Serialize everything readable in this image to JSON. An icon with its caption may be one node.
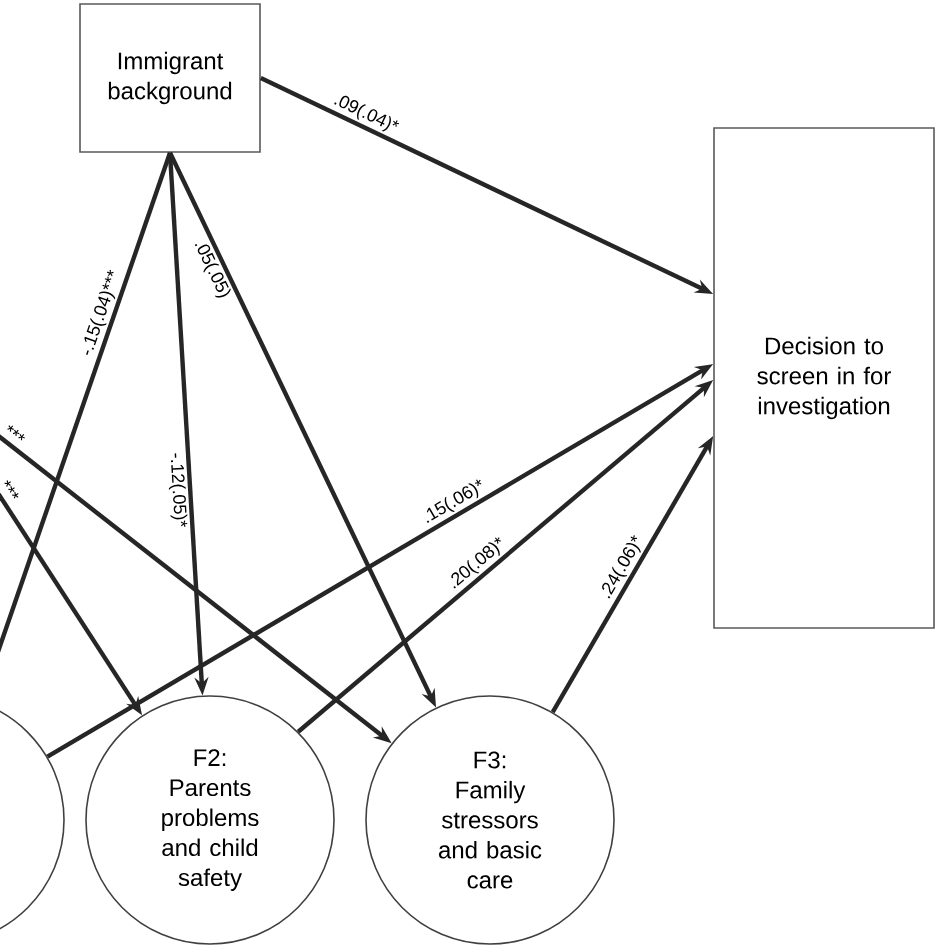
{
  "diagram": {
    "nodes": [
      {
        "text": [
          "Immigrant background"
        ]
      },
      {
        "text": [],
        "shape": "circle"
      },
      {
        "text": [
          "F2:",
          "Parents problems and child safety"
        ]
      },
      {
        "text": [
          "F3:",
          "Family stressors and basic care"
        ]
      },
      {
        "text": [
          "Decision to screen in for investigation"
        ]
      }
    ],
    "edges": [
      {
        "from": 0,
        "to": 4,
        "arrow": "to",
        "label": ".09(.04)*"
      },
      {
        "from": 0,
        "to": 1,
        "arrow": "none",
        "label": "-.15(.04)***"
      },
      {
        "from": 0,
        "to": 2,
        "arrow": "to",
        "label": "-.12(.05)*"
      },
      {
        "from": 0,
        "to": 3,
        "arrow": "to",
        "label": ".05(.05)"
      },
      {
        "from": null,
        "to": 3,
        "arrow": "to",
        "label": "***"
      },
      {
        "from": null,
        "to": 2,
        "arrow": "to",
        "label": "***"
      },
      {
        "from": 1,
        "to": 4,
        "arrow": "to",
        "label": ".15(.06)*"
      },
      {
        "from": 2,
        "to": 4,
        "arrow": "to",
        "label": ".20(.08)*"
      },
      {
        "from": 3,
        "to": 4,
        "arrow": "to",
        "label": ".24(.06)*"
      }
    ]
  }
}
